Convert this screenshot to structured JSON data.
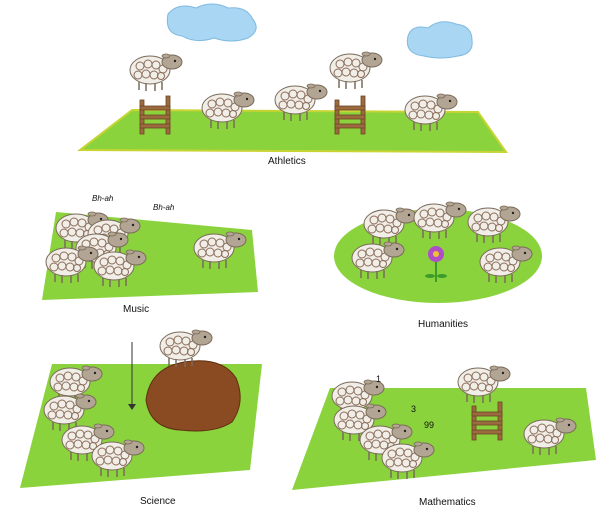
{
  "colors": {
    "grass": "#8bd33d",
    "grass_edge": "#c8d433",
    "cloud": "#a9d6f2",
    "cloud_edge": "#7fb9e0",
    "wool": "#f1ede7",
    "wool_swirl": "#8a6d5a",
    "face": "#b3a593",
    "fence": "#9b6b40",
    "fence_dark": "#6d4424",
    "rock": "#8b4b22",
    "flower": "#b04ec8"
  },
  "scenes": {
    "athletics": {
      "label": "Athletics"
    },
    "music": {
      "label": "Music",
      "bleat_1": "Bh-ah",
      "bleat_2": "Bh-ah"
    },
    "humanities": {
      "label": "Humanities"
    },
    "science": {
      "label": "Science"
    },
    "mathematics": {
      "label": "Mathematics",
      "count_1": "1",
      "count_2": "3",
      "count_3": "99"
    }
  }
}
